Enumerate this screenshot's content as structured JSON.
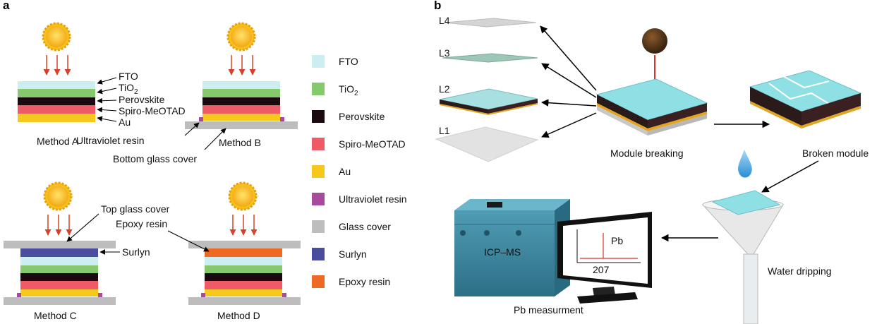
{
  "panels": {
    "a": "a",
    "b": "b"
  },
  "methods": {
    "a": "Method A",
    "b": "Method B",
    "c": "Method C",
    "d": "Method D"
  },
  "layer_annotations": {
    "fto": "FTO",
    "tio2_main": "TiO",
    "tio2_sub": "2",
    "perovskite": "Perovskite",
    "spiro": "Spiro-MeOTAD",
    "au": "Au",
    "uv_resin": "Ultraviolet resin",
    "bottom_glass": "Bottom glass cover",
    "top_glass": "Top glass cover",
    "epoxy": "Epoxy resin",
    "surlyn": "Surlyn"
  },
  "legend": [
    {
      "label": "FTO",
      "color": "#cdeef0"
    },
    {
      "label": "TiO",
      "sub": "2",
      "color": "#86c96c"
    },
    {
      "label": "Perovskite",
      "color": "#1a0a10"
    },
    {
      "label": "Spiro-MeOTAD",
      "color": "#ef5a67"
    },
    {
      "label": "Au",
      "color": "#f4c81c"
    },
    {
      "label": "Ultraviolet resin",
      "color": "#a64a9e"
    },
    {
      "label": "Glass cover",
      "color": "#bdbdbd"
    },
    {
      "label": "Surlyn",
      "color": "#4a4c9e"
    },
    {
      "label": "Epoxy resin",
      "color": "#ee6a22"
    }
  ],
  "colors": {
    "fto": "#cdeef0",
    "tio2": "#86c96c",
    "perovskite": "#1a0a10",
    "spiro": "#ef5a67",
    "au": "#f4c81c",
    "uv_resin": "#a64a9e",
    "glass": "#bdbdbd",
    "surlyn": "#4a4c9e",
    "epoxy": "#ee6a22",
    "sun_ray": "#d8402a",
    "sun": "#f6c21a"
  },
  "process": {
    "layers": [
      "L4",
      "L3",
      "L2",
      "L1"
    ],
    "module_breaking": "Module breaking",
    "broken_module": "Broken module",
    "water_dripping": "Water dripping",
    "instrument": "ICP–MS",
    "pb_measurement": "Pb measurment",
    "screen_element": "Pb",
    "screen_mass": "207"
  }
}
